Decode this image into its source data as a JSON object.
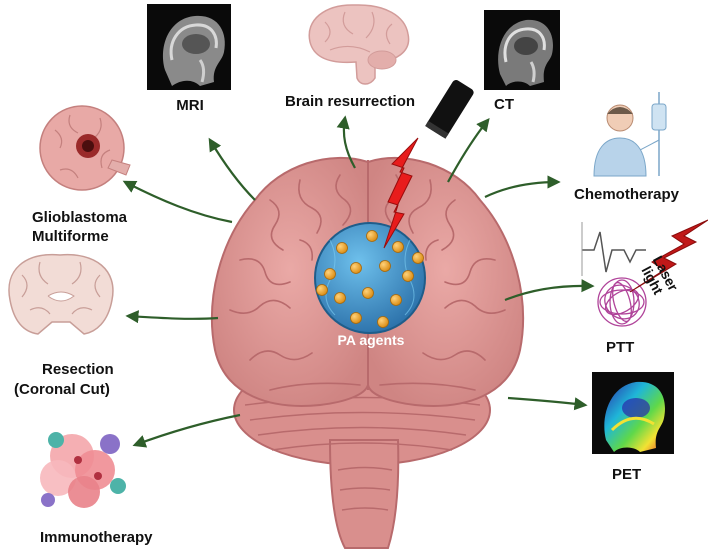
{
  "center": {
    "label": "PA agents"
  },
  "modalities": {
    "mri": "MRI",
    "brain_resurrection": "Brain resurrection",
    "ct": "CT",
    "chemotherapy": "Chemotherapy",
    "ptt": "PTT",
    "laser_light_line1": "Laser",
    "laser_light_line2": "light",
    "pet": "PET",
    "glioblastoma_line1": "Glioblastoma",
    "glioblastoma_line2": "Multiforme",
    "resection_line1": "Resection",
    "resection_line2": "(Coronal Cut)",
    "immunotherapy": "Immunotherapy"
  },
  "colors": {
    "arrow": "#2e5e2a",
    "brain": "#e09a98",
    "brain_dark": "#b86a6c",
    "nanoparticle": "#3a8fc4",
    "particle_dots": "#e8a020",
    "laser_beam": "#e81c1c",
    "laser_bolt": "#c01818",
    "ptt_coil": "#b0449a"
  }
}
